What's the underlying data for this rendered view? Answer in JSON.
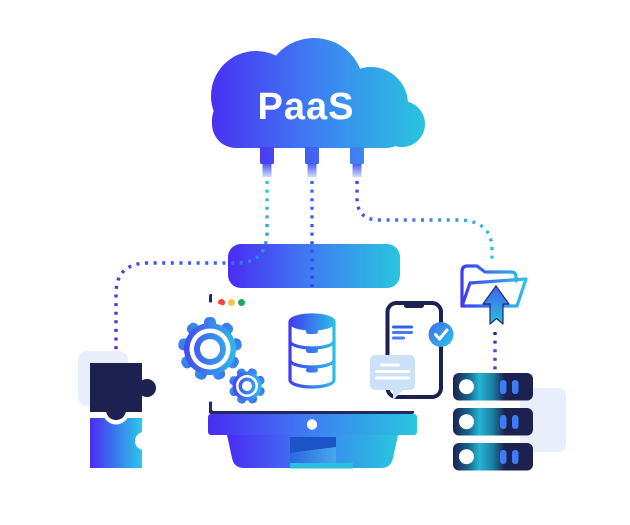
{
  "page": {
    "title": "PaaS cloud platform illustration",
    "background": "#ffffff"
  },
  "cloud": {
    "label": "PaaS",
    "label_color": "#ffffff",
    "gradient_start": "#4a2cf2",
    "gradient_mid": "#3e80f2",
    "gradient_end": "#27c6de",
    "connector_count": "3"
  },
  "window": {
    "traffic_lights": {
      "red": "#ef453e",
      "yellow": "#f8c04c",
      "green": "#1fa65a"
    }
  },
  "colors": {
    "dark_navy": "#1d2150",
    "lavender": "#e9eefb",
    "bubble_blue": "#cce0fa",
    "slot_blue": "#3e7cf5",
    "line_blue": "#3b6cf0",
    "dotted_cyan": "#2cc8e8",
    "dotted_purple": "#6b2fe0"
  },
  "icons": {
    "cloud": "cloud-icon",
    "plug": "plug-connector-icon",
    "gears": "gears-icon",
    "database": "database-icon",
    "smartphone": "smartphone-icon",
    "check_badge": "check-badge-icon",
    "chat_bubble": "chat-bubble-icon",
    "folder_upload": "folder-upload-icon",
    "upload_arrow": "upload-arrow-icon",
    "server_stack": "server-stack-icon",
    "puzzle": "puzzle-pieces-icon"
  }
}
